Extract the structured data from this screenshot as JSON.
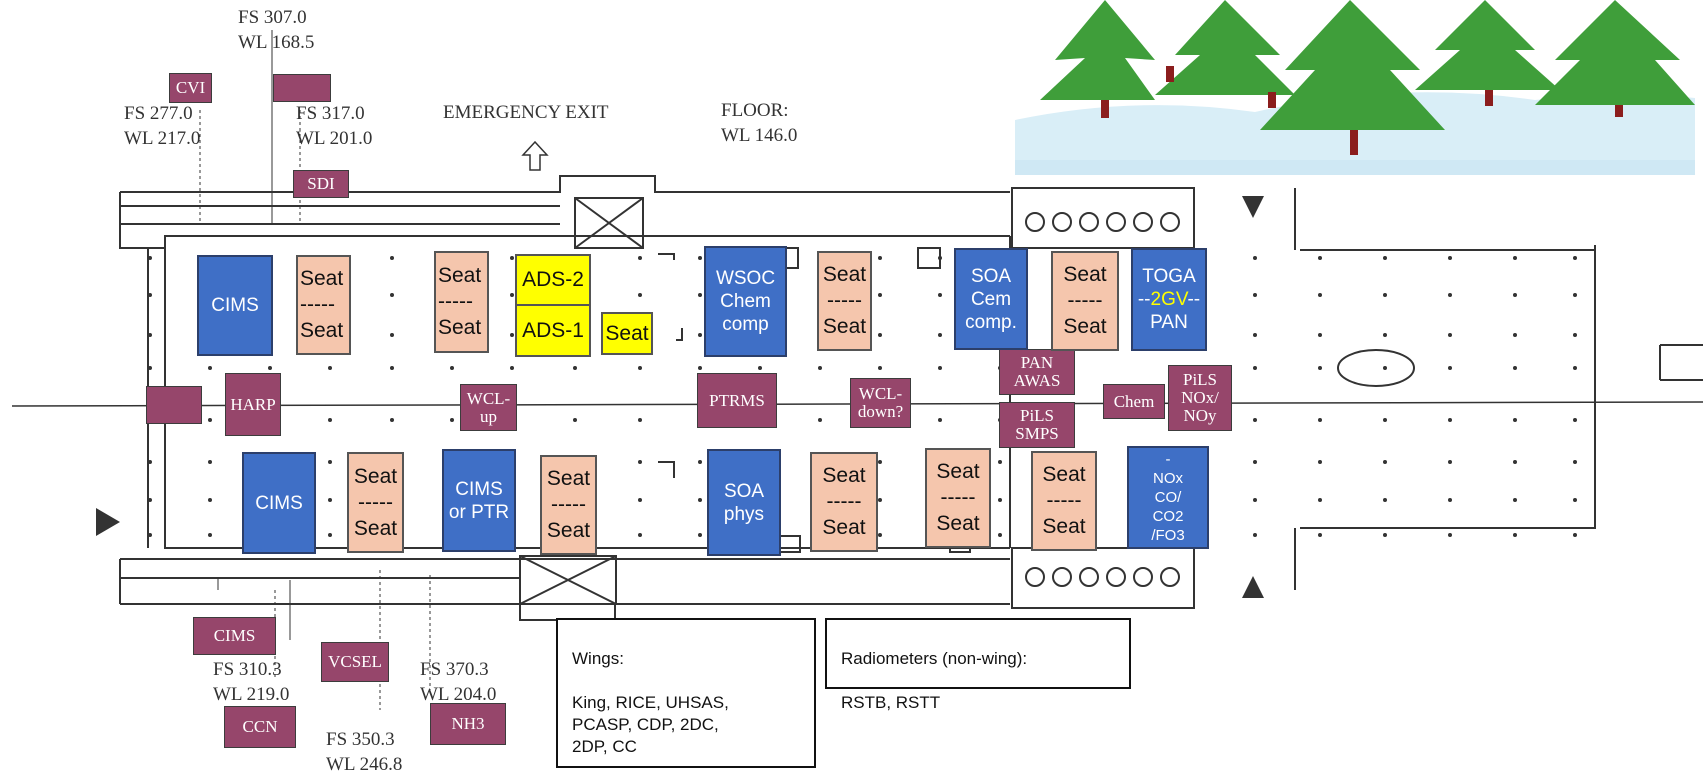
{
  "labels": {
    "fs307": [
      "FS 307.0",
      "WL 168.5"
    ],
    "fs277": [
      "FS 277.0",
      "WL 217.0"
    ],
    "fs317": [
      "FS 317.0",
      "WL 201.0"
    ],
    "emergency_exit": "EMERGENCY EXIT",
    "floor": [
      "FLOOR:",
      "WL 146.0"
    ],
    "fs310": [
      "FS 310.3",
      "WL 219.0"
    ],
    "fs370": [
      "FS 370.3",
      "WL 204.0"
    ],
    "fs350": [
      "FS 350.3",
      "WL 246.8"
    ]
  },
  "instruments": {
    "cvi": "CVI",
    "blank_top": "",
    "sdi": "SDI",
    "blank_left": "",
    "harp": "HARP",
    "wcl_up": [
      "WCL-",
      "up"
    ],
    "ptrms": "PTRMS",
    "wcl_down": [
      "WCL-",
      "down?"
    ],
    "pan_awas": [
      "PAN",
      "AWAS"
    ],
    "pils_smps": [
      "PiLS",
      "SMPS"
    ],
    "chem": "Chem",
    "pils_noxnoy": [
      "PiLS",
      "NOx/",
      "NOy"
    ],
    "cims_bottom": "CIMS",
    "vcsel": "VCSEL",
    "ccn": "CCN",
    "nh3": "NH3"
  },
  "racks": {
    "cims_upper": "CIMS",
    "cims_lower": "CIMS",
    "cims_or_ptr": [
      "CIMS",
      "or PTR"
    ],
    "wsoc": [
      "WSOC",
      "Chem",
      "comp"
    ],
    "soa_phys": [
      "SOA",
      "phys"
    ],
    "soa_cem": [
      "SOA",
      "Cem",
      "comp."
    ],
    "toga": {
      "line1": "TOGA",
      "mid_left": "--",
      "mid_hi": "2GV",
      "mid_right": "--",
      "line3": "PAN"
    },
    "nox": [
      "-",
      "NOx",
      "CO/",
      "CO2",
      "/FO3"
    ]
  },
  "seats": {
    "seat_top": "Seat",
    "divider": "-----",
    "seat_bottom": "Seat",
    "single_seat": "Seat"
  },
  "yellow": {
    "ads2": "ADS-2",
    "ads1": "ADS-1",
    "seat": "Seat"
  },
  "wings_box": {
    "title": "Wings:",
    "body": "King, RICE, UHSAS,\nPCASP, CDP, 2DC,\n2DP, CC"
  },
  "radiometers_box": {
    "title": "Radiometers (non-wing):",
    "body": "RSTB, RSTT"
  },
  "colors": {
    "instrument_maroon": "#96466b",
    "rack_blue": "#3f6fc6",
    "seat_salmon": "#f5c6ad",
    "ads_yellow": "#ffff00",
    "tree_green": "#3f9e3a",
    "ice_blue": "#d9eef7"
  }
}
